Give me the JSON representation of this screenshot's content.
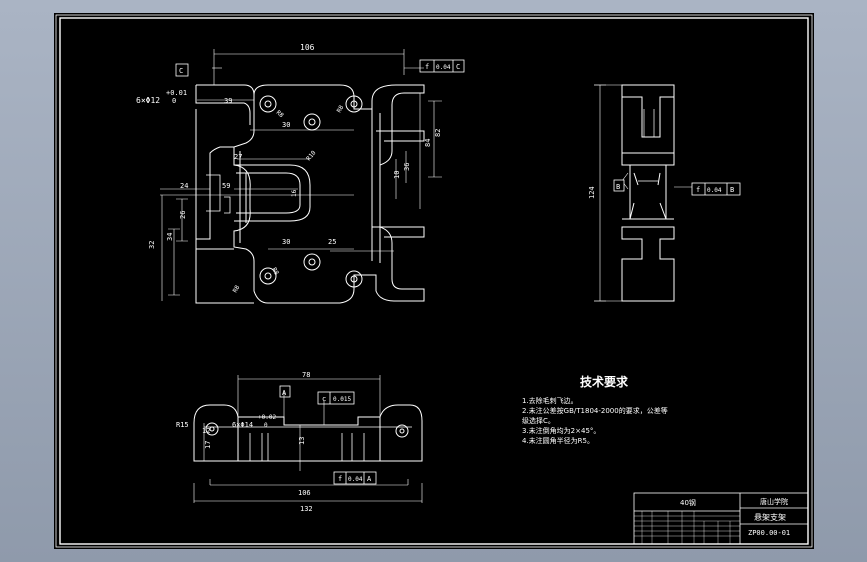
{
  "drawing": {
    "top_view": {
      "dim_width": "106",
      "datum_c": "C",
      "flatness_top": {
        "symbol": "f",
        "value": "0.04",
        "datum": "C"
      },
      "hole_note": "6×Φ12",
      "hole_tol_upper": "+0.01",
      "hole_tol_lower": "0",
      "dim_39": "39",
      "dim_30_top": "30",
      "dim_r8_top": "R8",
      "dim_r8_top2": "R8",
      "dim_82": "82",
      "dim_84": "84",
      "dim_36": "36",
      "dim_10": "10",
      "dim_27": "27",
      "dim_r10": "R10",
      "dim_59": "59",
      "dim_24": "24",
      "dim_26": "26",
      "dim_16": "16",
      "dim_34": "34",
      "dim_32": "32",
      "dim_30_bottom": "30",
      "dim_25": "25",
      "dim_r8_bottom": "R8",
      "dim_r8_bottom2": "R8"
    },
    "side_view": {
      "dim_124": "124",
      "datum_b": "B",
      "flatness": {
        "symbol": "f",
        "value": "0.04",
        "datum": "B"
      }
    },
    "front_view": {
      "dim_78": "78",
      "datum_a": "A",
      "flatness_c": {
        "symbol": "c",
        "value": "0.015"
      },
      "dim_r15": "R15",
      "dim_12": "12",
      "hole_note": "6×Φ14",
      "hole_tol_upper": "+0.02",
      "hole_tol_lower": "0",
      "dim_17": "17",
      "dim_13": "13",
      "flatness_a": {
        "symbol": "f",
        "value": "0.04",
        "datum": "A"
      },
      "dim_106": "106",
      "dim_132": "132"
    },
    "tech_requirements": {
      "title": "技术要求",
      "items": [
        "1.去除毛刺飞边。",
        "2.未注公差按GB/T1804-2000的要求，公差等",
        "   级选择C。",
        "3.未注倒角均为2×45°。",
        "4.未注圆角半径为R5。"
      ]
    },
    "title_block": {
      "material": "40钢",
      "school": "唐山学院",
      "part_name": "悬架支架",
      "drawing_no": "ZP00.00-01"
    }
  }
}
